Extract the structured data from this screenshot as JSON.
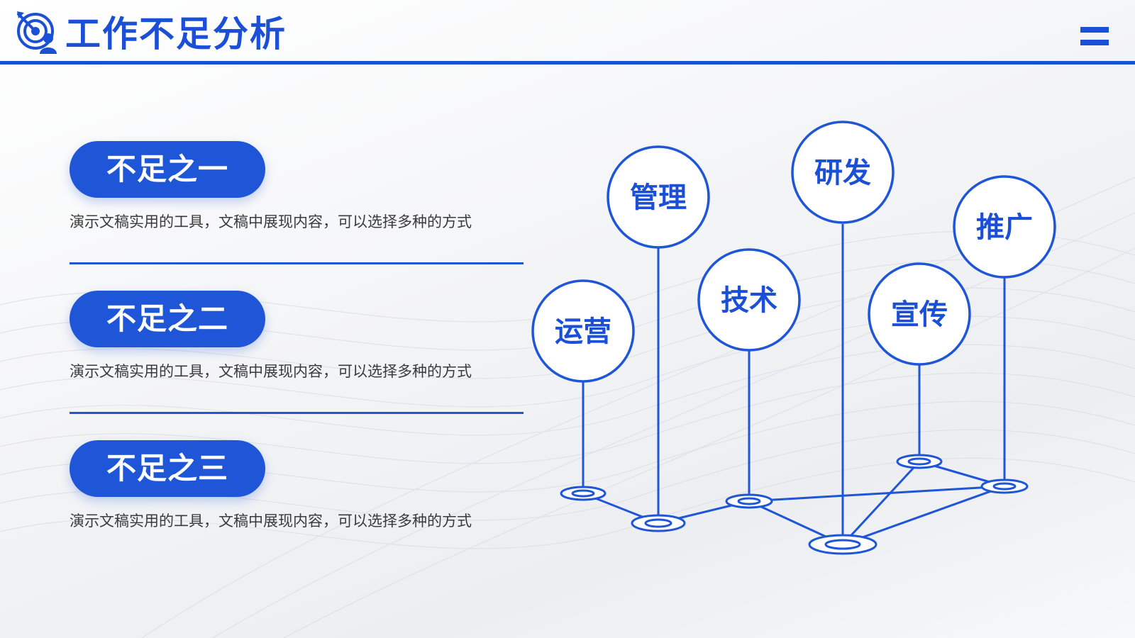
{
  "header": {
    "title": "工作不足分析",
    "icon": "target-person-icon",
    "menu_icon": "menu-icon"
  },
  "colors": {
    "accent": "#1a4fd6",
    "pill": "#1f56d8",
    "text": "#3a3a3a",
    "background": "#f3f4f6"
  },
  "items": [
    {
      "title": "不足之一",
      "description": "演示文稿实用的工具，文稿中展现内容，可以选择多种的方式"
    },
    {
      "title": "不足之二",
      "description": "演示文稿实用的工具，文稿中展现内容，可以选择多种的方式"
    },
    {
      "title": "不足之三",
      "description": "演示文稿实用的工具，文稿中展现内容，可以选择多种的方式"
    }
  ],
  "diagram": {
    "nodes": [
      "运营",
      "管理",
      "技术",
      "研发",
      "宣传",
      "推广"
    ],
    "connections": [
      [
        "运营",
        "管理"
      ],
      [
        "管理",
        "技术"
      ],
      [
        "技术",
        "研发"
      ],
      [
        "技术",
        "推广"
      ],
      [
        "研发",
        "宣传"
      ],
      [
        "研发",
        "推广"
      ],
      [
        "宣传",
        "推广"
      ]
    ]
  }
}
